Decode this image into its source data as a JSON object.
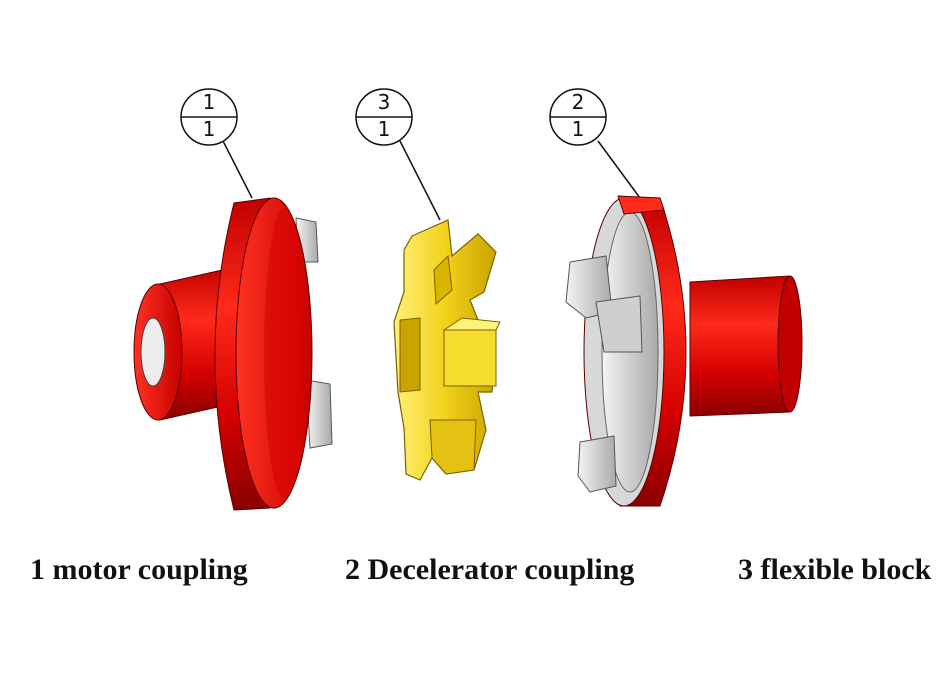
{
  "balloons": [
    {
      "top": "1",
      "bottom": "1"
    },
    {
      "top": "3",
      "bottom": "1"
    },
    {
      "top": "2",
      "bottom": "1"
    }
  ],
  "captions": [
    "1 motor coupling",
    "2 Decelerator coupling",
    "3 flexible block"
  ],
  "colors": {
    "coupling_red": "#e01010",
    "coupling_dark_red": "#9c0000",
    "block_yellow": "#f2d21a",
    "block_dark_yellow": "#b59400",
    "jaw_gray": "#d8d8d8",
    "outline": "#111111"
  }
}
